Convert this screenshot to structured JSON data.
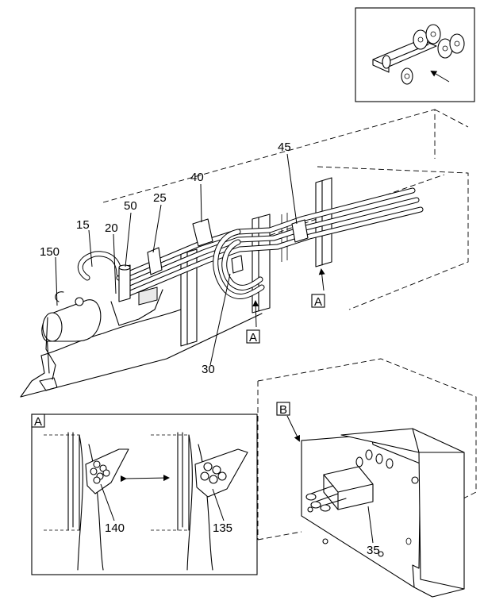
{
  "callouts": {
    "c15": "15",
    "c20": "20",
    "c25": "25",
    "c30": "30",
    "c35": "35",
    "c40": "40",
    "c45": "45",
    "c50": "50",
    "c135": "135",
    "c140": "140",
    "c150": "150"
  },
  "view_markers": {
    "a_main_1": "A",
    "a_main_2": "A",
    "a_detail": "A",
    "b_main": "B"
  }
}
